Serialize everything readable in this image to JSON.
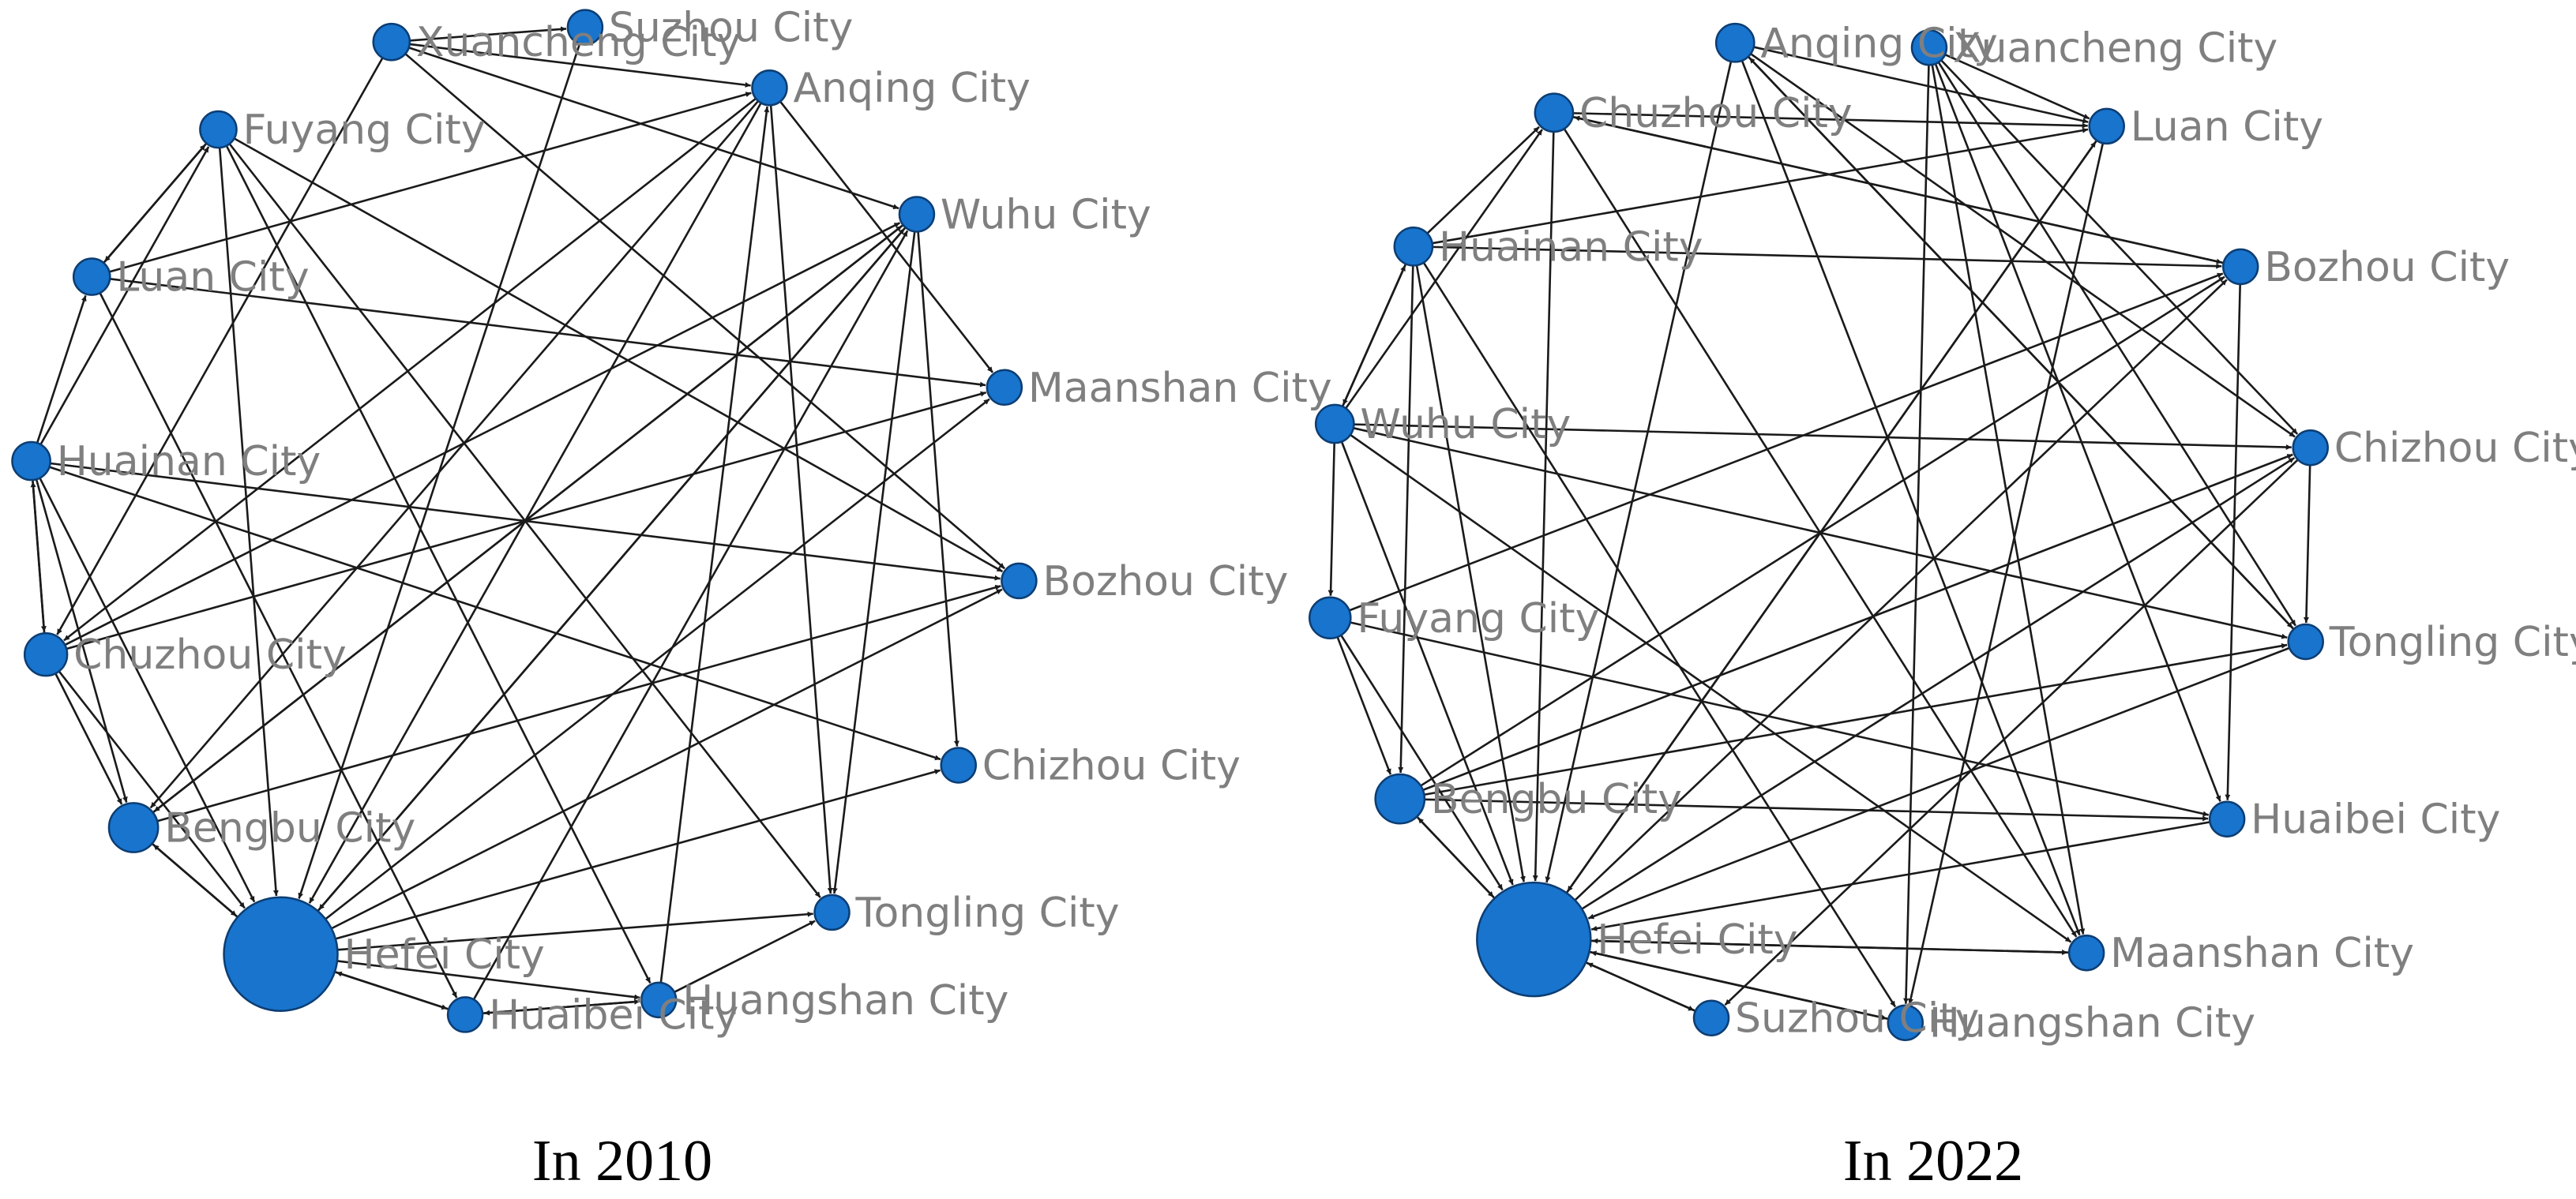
{
  "colors": {
    "node": "#1874cd",
    "node_stroke": "#0c3d73",
    "edge": "#1a1a1a",
    "label": "#7f7f7f",
    "caption": "#000000"
  },
  "panels": [
    {
      "caption": "In 2010",
      "nodes": [
        {
          "id": "suzhou",
          "label": "Suzhou City",
          "weight": 1
        },
        {
          "id": "anqing",
          "label": "Anqing City",
          "weight": 1
        },
        {
          "id": "wuhu",
          "label": "Wuhu City",
          "weight": 1
        },
        {
          "id": "maanshan",
          "label": "Maanshan City",
          "weight": 1
        },
        {
          "id": "bozhou",
          "label": "Bozhou City",
          "weight": 1
        },
        {
          "id": "chizhou",
          "label": "Chizhou City",
          "weight": 1
        },
        {
          "id": "tongling",
          "label": "Tongling City",
          "weight": 1
        },
        {
          "id": "huangshan",
          "label": "Huangshan City",
          "weight": 1
        },
        {
          "id": "huaibei",
          "label": "Huaibei City",
          "weight": 1
        },
        {
          "id": "hefei",
          "label": "Hefei City",
          "weight": 5
        },
        {
          "id": "bengbu",
          "label": "Bengbu City",
          "weight": 2
        },
        {
          "id": "chuzhou",
          "label": "Chuzhou City",
          "weight": 1.5
        },
        {
          "id": "huainan",
          "label": "Huainan City",
          "weight": 1.2
        },
        {
          "id": "luan",
          "label": "Luan City",
          "weight": 1.1
        },
        {
          "id": "fuyang",
          "label": "Fuyang City",
          "weight": 1.1
        },
        {
          "id": "xuancheng",
          "label": "Xuancheng City",
          "weight": 1.1
        }
      ],
      "edges": [
        [
          "xuancheng",
          "suzhou"
        ],
        [
          "luan",
          "anqing"
        ],
        [
          "xuancheng",
          "anqing"
        ],
        [
          "xuancheng",
          "wuhu"
        ],
        [
          "hefei",
          "wuhu"
        ],
        [
          "bengbu",
          "wuhu"
        ],
        [
          "chuzhou",
          "wuhu"
        ],
        [
          "huaibei",
          "wuhu"
        ],
        [
          "chuzhou",
          "maanshan"
        ],
        [
          "anqing",
          "maanshan"
        ],
        [
          "hefei",
          "maanshan"
        ],
        [
          "luan",
          "maanshan"
        ],
        [
          "huainan",
          "bozhou"
        ],
        [
          "fuyang",
          "bozhou"
        ],
        [
          "xuancheng",
          "bozhou"
        ],
        [
          "bengbu",
          "bozhou"
        ],
        [
          "hefei",
          "bozhou"
        ],
        [
          "hefei",
          "chizhou"
        ],
        [
          "huainan",
          "chizhou"
        ],
        [
          "wuhu",
          "chizhou"
        ],
        [
          "anqing",
          "tongling"
        ],
        [
          "wuhu",
          "tongling"
        ],
        [
          "hefei",
          "tongling"
        ],
        [
          "fuyang",
          "tongling"
        ],
        [
          "huangshan",
          "tongling"
        ],
        [
          "huangshan",
          "anqing"
        ],
        [
          "hefei",
          "huangshan"
        ],
        [
          "huaibei",
          "huangshan"
        ],
        [
          "huangshan",
          "huaibei"
        ],
        [
          "luan",
          "huaibei"
        ],
        [
          "hefei",
          "huaibei"
        ],
        [
          "fuyang",
          "huangshan"
        ],
        [
          "huainan",
          "luan"
        ],
        [
          "luan",
          "fuyang"
        ],
        [
          "fuyang",
          "luan"
        ],
        [
          "huainan",
          "fuyang"
        ],
        [
          "huainan",
          "chuzhou"
        ],
        [
          "chuzhou",
          "huainan"
        ],
        [
          "huainan",
          "bengbu"
        ],
        [
          "chuzhou",
          "bengbu"
        ],
        [
          "bengbu",
          "hefei"
        ],
        [
          "hefei",
          "bengbu"
        ],
        [
          "chuzhou",
          "hefei"
        ],
        [
          "huainan",
          "hefei"
        ],
        [
          "fuyang",
          "hefei"
        ],
        [
          "suzhou",
          "hefei"
        ],
        [
          "huaibei",
          "hefei"
        ],
        [
          "wuhu",
          "hefei"
        ],
        [
          "anqing",
          "hefei"
        ],
        [
          "xuancheng",
          "chuzhou"
        ],
        [
          "anqing",
          "chuzhou"
        ],
        [
          "wuhu",
          "bengbu"
        ],
        [
          "anqing",
          "bengbu"
        ]
      ]
    },
    {
      "caption": "In 2022",
      "nodes": [
        {
          "id": "xuancheng",
          "label": "Xuancheng City",
          "weight": 1
        },
        {
          "id": "luan",
          "label": "Luan City",
          "weight": 1
        },
        {
          "id": "bozhou",
          "label": "Bozhou City",
          "weight": 1
        },
        {
          "id": "chizhou",
          "label": "Chizhou City",
          "weight": 1
        },
        {
          "id": "tongling",
          "label": "Tongling City",
          "weight": 1
        },
        {
          "id": "huaibei",
          "label": "Huaibei City",
          "weight": 1
        },
        {
          "id": "maanshan",
          "label": "Maanshan City",
          "weight": 1
        },
        {
          "id": "huangshan",
          "label": "Huangshan City",
          "weight": 1
        },
        {
          "id": "suzhou",
          "label": "Suzhou City",
          "weight": 1
        },
        {
          "id": "hefei",
          "label": "Hefei City",
          "weight": 5
        },
        {
          "id": "bengbu",
          "label": "Bengbu City",
          "weight": 2
        },
        {
          "id": "fuyang",
          "label": "Fuyang City",
          "weight": 1.4
        },
        {
          "id": "wuhu",
          "label": "Wuhu City",
          "weight": 1.2
        },
        {
          "id": "huainan",
          "label": "Huainan City",
          "weight": 1.2
        },
        {
          "id": "chuzhou",
          "label": "Chuzhou City",
          "weight": 1.2
        },
        {
          "id": "anqing",
          "label": "Anqing City",
          "weight": 1.2
        }
      ],
      "edges": [
        [
          "anqing",
          "luan"
        ],
        [
          "xuancheng",
          "luan"
        ],
        [
          "huainan",
          "luan"
        ],
        [
          "chuzhou",
          "luan"
        ],
        [
          "hefei",
          "luan"
        ],
        [
          "huainan",
          "bozhou"
        ],
        [
          "chuzhou",
          "bozhou"
        ],
        [
          "fuyang",
          "bozhou"
        ],
        [
          "hefei",
          "bozhou"
        ],
        [
          "bengbu",
          "bozhou"
        ],
        [
          "anqing",
          "chizhou"
        ],
        [
          "xuancheng",
          "chizhou"
        ],
        [
          "wuhu",
          "chizhou"
        ],
        [
          "hefei",
          "chizhou"
        ],
        [
          "bengbu",
          "chizhou"
        ],
        [
          "wuhu",
          "tongling"
        ],
        [
          "anqing",
          "tongling"
        ],
        [
          "chizhou",
          "tongling"
        ],
        [
          "xuancheng",
          "tongling"
        ],
        [
          "bengbu",
          "tongling"
        ],
        [
          "fuyang",
          "huaibei"
        ],
        [
          "bozhou",
          "huaibei"
        ],
        [
          "bengbu",
          "huaibei"
        ],
        [
          "xuancheng",
          "huaibei"
        ],
        [
          "wuhu",
          "maanshan"
        ],
        [
          "anqing",
          "maanshan"
        ],
        [
          "chuzhou",
          "maanshan"
        ],
        [
          "xuancheng",
          "maanshan"
        ],
        [
          "hefei",
          "maanshan"
        ],
        [
          "huainan",
          "huangshan"
        ],
        [
          "xuancheng",
          "huangshan"
        ],
        [
          "hefei",
          "huangshan"
        ],
        [
          "luan",
          "huangshan"
        ],
        [
          "hefei",
          "suzhou"
        ],
        [
          "suzhou",
          "hefei"
        ],
        [
          "chizhou",
          "suzhou"
        ],
        [
          "wuhu",
          "huainan"
        ],
        [
          "huainan",
          "wuhu"
        ],
        [
          "wuhu",
          "chuzhou"
        ],
        [
          "huainan",
          "chuzhou"
        ],
        [
          "wuhu",
          "fuyang"
        ],
        [
          "fuyang",
          "bengbu"
        ],
        [
          "huainan",
          "bengbu"
        ],
        [
          "fuyang",
          "hefei"
        ],
        [
          "bengbu",
          "hefei"
        ],
        [
          "hefei",
          "bengbu"
        ],
        [
          "wuhu",
          "hefei"
        ],
        [
          "chuzhou",
          "hefei"
        ],
        [
          "huainan",
          "hefei"
        ],
        [
          "anqing",
          "hefei"
        ],
        [
          "huaibei",
          "hefei"
        ],
        [
          "maanshan",
          "hefei"
        ],
        [
          "tongling",
          "hefei"
        ],
        [
          "luan",
          "hefei"
        ],
        [
          "huangshan",
          "hefei"
        ],
        [
          "tongling",
          "anqing"
        ],
        [
          "bozhou",
          "chuzhou"
        ]
      ]
    }
  ]
}
